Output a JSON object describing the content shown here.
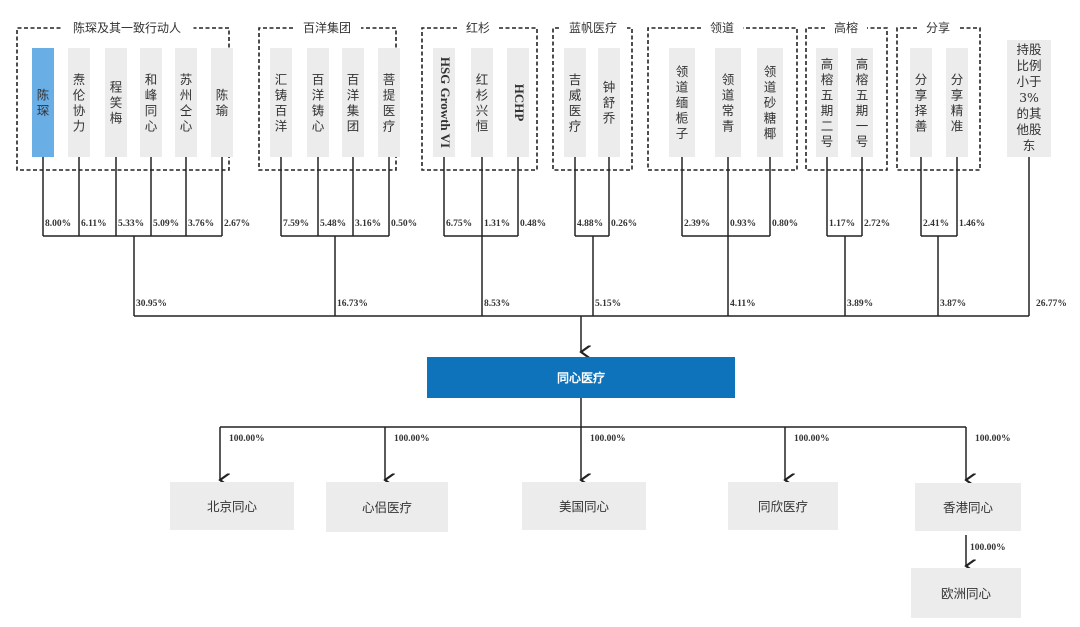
{
  "colors": {
    "highlight_box": "#6aaee6",
    "main_box": "#0e73ba",
    "grey_box": "#ececec",
    "line": "#222222"
  },
  "groups": [
    {
      "title": "陈琛及其一致行动人",
      "total": "30.95%",
      "members": [
        {
          "name": "陈琛",
          "pct": "8.00%",
          "highlight": true
        },
        {
          "name": "焘伦协力",
          "pct": "6.11%"
        },
        {
          "name": "程笑梅",
          "pct": "5.33%"
        },
        {
          "name": "和峰同心",
          "pct": "5.09%"
        },
        {
          "name": "苏州仝心",
          "pct": "3.76%"
        },
        {
          "name": "陈瑜",
          "pct": "2.67%"
        }
      ]
    },
    {
      "title": "百洋集团",
      "total": "16.73%",
      "members": [
        {
          "name": "汇铸百洋",
          "pct": "7.59%"
        },
        {
          "name": "百洋铸心",
          "pct": "5.48%"
        },
        {
          "name": "百洋集团",
          "pct": "3.16%"
        },
        {
          "name": "菩提医疗",
          "pct": "0.50%"
        }
      ]
    },
    {
      "title": "红杉",
      "total": "8.53%",
      "members": [
        {
          "name": "HSG Growth VI",
          "pct": "6.75%",
          "latin": true
        },
        {
          "name": "红杉兴恒",
          "pct": "1.31%"
        },
        {
          "name": "HCHP",
          "pct": "0.48%",
          "latin": true
        }
      ]
    },
    {
      "title": "蓝帆医疗",
      "total": "5.15%",
      "members": [
        {
          "name": "吉威医疗",
          "pct": "4.88%"
        },
        {
          "name": "钟舒乔",
          "pct": "0.26%"
        }
      ]
    },
    {
      "title": "领道",
      "total": "4.11%",
      "members": [
        {
          "name": "领道缅栀子",
          "pct": "2.39%"
        },
        {
          "name": "领道常青",
          "pct": "0.93%"
        },
        {
          "name": "领道砂糖椰",
          "pct": "0.80%"
        }
      ]
    },
    {
      "title": "高榕",
      "total": "3.89%",
      "members": [
        {
          "name": "高榕五期二号",
          "pct": "1.17%"
        },
        {
          "name": "高榕五期一号",
          "pct": "2.72%"
        }
      ]
    },
    {
      "title": "分享",
      "total": "3.87%",
      "members": [
        {
          "name": "分享择善",
          "pct": "2.41%"
        },
        {
          "name": "分享精准",
          "pct": "1.46%"
        }
      ]
    }
  ],
  "others": {
    "name": "持股比例小于3%的其他股东",
    "lines": [
      "持股",
      "比例",
      "小于",
      "3%",
      "的其",
      "他股",
      "东"
    ],
    "total": "26.77%"
  },
  "main_company": "同心医疗",
  "subsidiaries": [
    {
      "name": "北京同心",
      "pct": "100.00%"
    },
    {
      "name": "心侣医疗",
      "pct": "100.00%"
    },
    {
      "name": "美国同心",
      "pct": "100.00%"
    },
    {
      "name": "同欣医疗",
      "pct": "100.00%"
    },
    {
      "name": "香港同心",
      "pct": "100.00%"
    }
  ],
  "sub_subsidiary": {
    "name": "欧洲同心",
    "pct": "100.00%",
    "parent": "香港同心"
  }
}
